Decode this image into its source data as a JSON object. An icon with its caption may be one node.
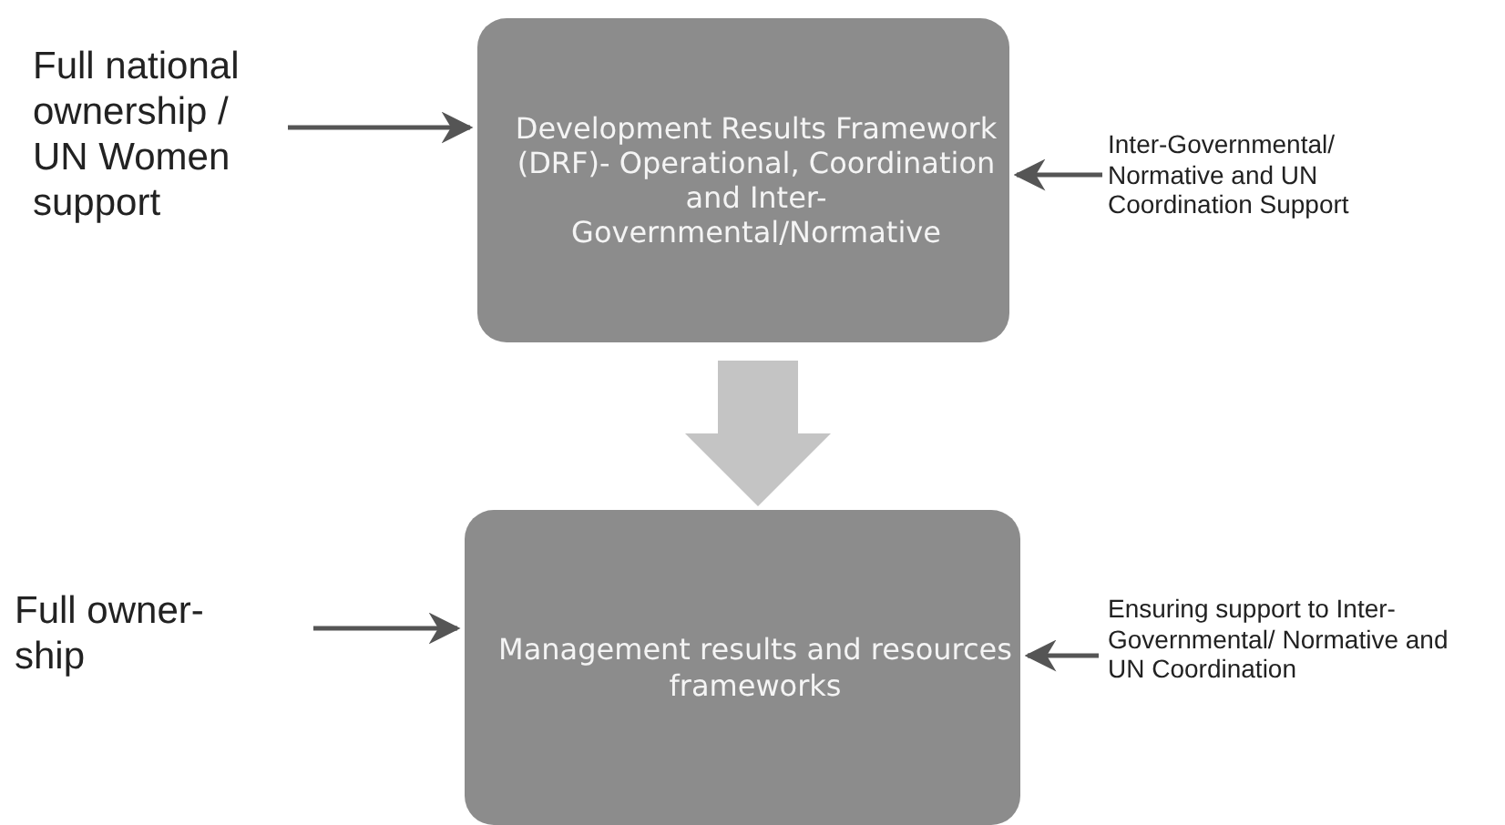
{
  "diagram": {
    "nodes": [
      {
        "text": [
          "Development Results Framework (DRF)- Operational, Coordination and Inter- Governmental/Normative"
        ]
      },
      {
        "text": [
          "Management results and resources frameworks"
        ]
      },
      {
        "text": [
          "Full national ownership / UN Women support"
        ]
      },
      {
        "text": [
          "Inter-Governmental/ Normative and UN Coordination Support"
        ]
      },
      {
        "text": [
          "Full owner- ship"
        ]
      },
      {
        "text": [
          "Ensuring support to Inter- Governmental/ Normative and UN Coordination"
        ]
      }
    ],
    "edges": [
      {
        "from": 2,
        "to": 0,
        "arrow": "to"
      },
      {
        "from": 3,
        "to": 0,
        "arrow": "to"
      },
      {
        "from": 0,
        "to": 1,
        "arrow": "to",
        "style": "thick",
        "color": "#c4c4c4"
      },
      {
        "from": 4,
        "to": 1,
        "arrow": "to"
      },
      {
        "from": 5,
        "to": 1,
        "arrow": "to"
      }
    ]
  }
}
